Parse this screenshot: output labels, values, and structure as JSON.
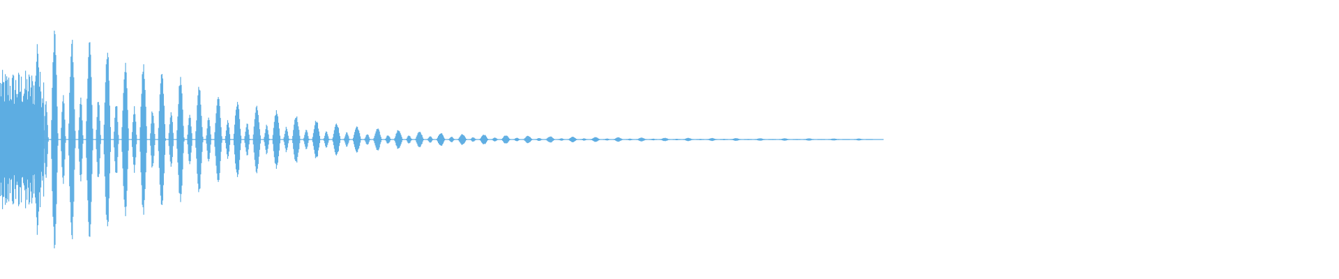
{
  "waveform": {
    "color": "#5dade2",
    "background": "#ffffff",
    "shape": "decaying-pulse-train",
    "onset_burst": {
      "duration_fraction_of_active": 0.05,
      "peak_level": 0.55
    },
    "pulses": [
      {
        "level": 0.78
      },
      {
        "level": 0.92
      },
      {
        "level": 0.84
      },
      {
        "level": 0.84
      },
      {
        "level": 0.76
      },
      {
        "level": 0.64
      },
      {
        "level": 0.62
      },
      {
        "level": 0.58
      },
      {
        "level": 0.5
      },
      {
        "level": 0.43
      },
      {
        "level": 0.38
      },
      {
        "level": 0.32
      },
      {
        "level": 0.28
      },
      {
        "level": 0.24
      },
      {
        "level": 0.2
      },
      {
        "level": 0.16
      },
      {
        "level": 0.14
      },
      {
        "level": 0.11
      },
      {
        "level": 0.09
      },
      {
        "level": 0.08
      },
      {
        "level": 0.065
      },
      {
        "level": 0.055
      },
      {
        "level": 0.045
      },
      {
        "level": 0.04
      },
      {
        "level": 0.035
      },
      {
        "level": 0.03
      },
      {
        "level": 0.025
      },
      {
        "level": 0.022
      },
      {
        "level": 0.02
      },
      {
        "level": 0.018
      },
      {
        "level": 0.016
      },
      {
        "level": 0.014
      },
      {
        "level": 0.013
      },
      {
        "level": 0.012
      },
      {
        "level": 0.011
      },
      {
        "level": 0.01
      },
      {
        "level": 0.01
      },
      {
        "level": 0.009
      },
      {
        "level": 0.008
      },
      {
        "level": 0.008
      }
    ],
    "active_fraction": 0.66,
    "trailing_silence_fraction": 0.34
  }
}
